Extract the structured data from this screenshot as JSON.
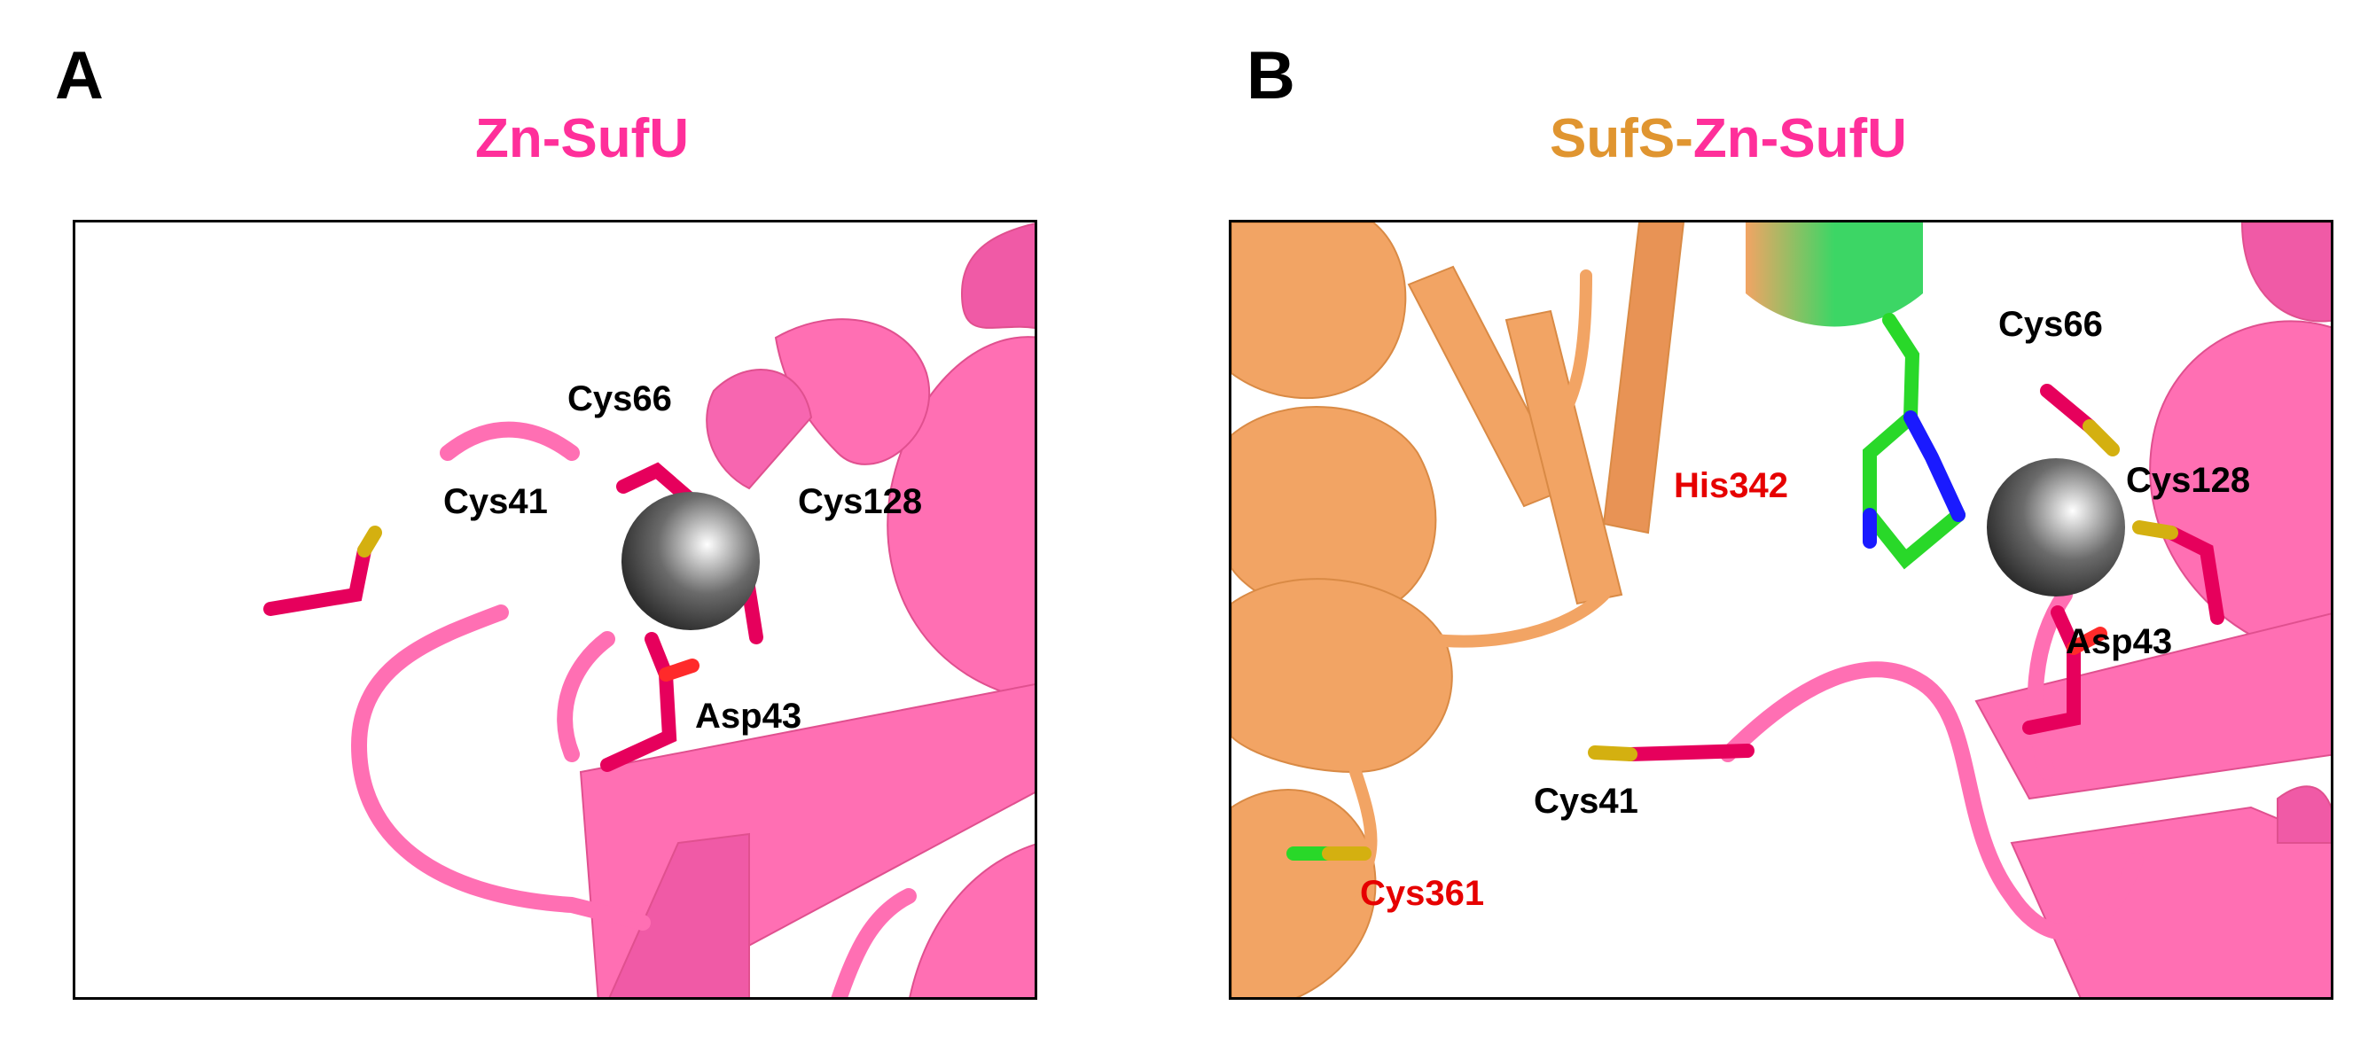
{
  "panel_a": {
    "letter": "A",
    "title": "Zn-SufU",
    "residues": {
      "cys66": "Cys66",
      "cys41": "Cys41",
      "cys128": "Cys128",
      "asp43": "Asp43"
    }
  },
  "panel_b": {
    "letter": "B",
    "title_part1": "SufS-",
    "title_part2": "Zn-SufU",
    "residues": {
      "cys66": "Cys66",
      "his342": "His342",
      "cys128": "Cys128",
      "asp43": "Asp43",
      "cys41": "Cys41",
      "cys361": "Cys361"
    }
  },
  "colors": {
    "sufu_ribbon": "#ff6fb3",
    "sufs_ribbon": "#f2a464",
    "residue_carbon_sufu": "#e6005c",
    "residue_carbon_sufs": "#29d829",
    "sulfur": "#d4b010",
    "oxygen": "#ff2a2a",
    "nitrogen": "#1a1aff",
    "zinc": "#6b6b6b",
    "label_red": "#e60000",
    "title_sufs": "#e09530",
    "title_sufu": "#ff2f9a"
  }
}
